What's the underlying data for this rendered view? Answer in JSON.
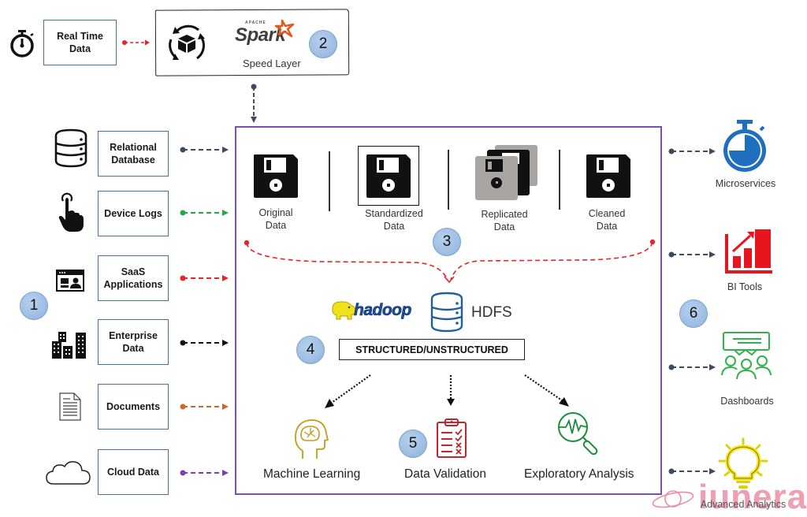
{
  "title": "Data Lake Architecture",
  "realtime": {
    "label": "Real Time\nData",
    "speed_layer": {
      "brand_small": "APACHE",
      "brand": "Spark",
      "label": "Speed Layer",
      "step": "2"
    }
  },
  "sources": {
    "step": "1",
    "items": [
      {
        "label": "Relational\nDatabase",
        "icon": "database-icon",
        "arrow_color": "#3e4a5e"
      },
      {
        "label": "Device Logs",
        "icon": "touch-hand-icon",
        "arrow_color": "#22aa44"
      },
      {
        "label": "SaaS\nApplications",
        "icon": "web-app-icon",
        "arrow_color": "#e8232a"
      },
      {
        "label": "Enterprise\nData",
        "icon": "buildings-icon",
        "arrow_color": "#111111"
      },
      {
        "label": "Documents",
        "icon": "document-icon",
        "arrow_color": "#d0652a"
      },
      {
        "label": "Cloud Data",
        "icon": "cloud-icon",
        "arrow_color": "#7a3fb0"
      }
    ]
  },
  "stages": {
    "step": "3",
    "items": [
      {
        "label": "Original\nData"
      },
      {
        "label": "Standardized\nData"
      },
      {
        "label": "Replicated\nData"
      },
      {
        "label": "Cleaned\nData"
      }
    ]
  },
  "storage": {
    "hadoop": "hadoop",
    "hdfs": "HDFS",
    "type_label": "STRUCTURED/UNSTRUCTURED",
    "step": "4"
  },
  "processing": {
    "step": "5",
    "items": [
      {
        "label": "Machine Learning",
        "color": "#c79a1c"
      },
      {
        "label": "Data Validation",
        "color": "#c0262d"
      },
      {
        "label": "Exploratory Analysis",
        "color": "#1e8a3c"
      }
    ]
  },
  "outputs": {
    "step": "6",
    "items": [
      {
        "label": "Microservices",
        "color": "#1f6fbf"
      },
      {
        "label": "BI Tools",
        "color": "#e8141e"
      },
      {
        "label": "Dashboards",
        "color": "#2fb34a"
      },
      {
        "label": "Advanced Analytics",
        "color": "#f2e21a"
      }
    ]
  },
  "watermark": {
    "brand": "iunera",
    "color": "#e87b95"
  },
  "colors": {
    "main_border": "#7a4fb3",
    "source_border": "#4a6fa5",
    "badge": "#9dbde4",
    "arrow_dark": "#3e4a5e",
    "arrow_red": "#e8232a"
  }
}
